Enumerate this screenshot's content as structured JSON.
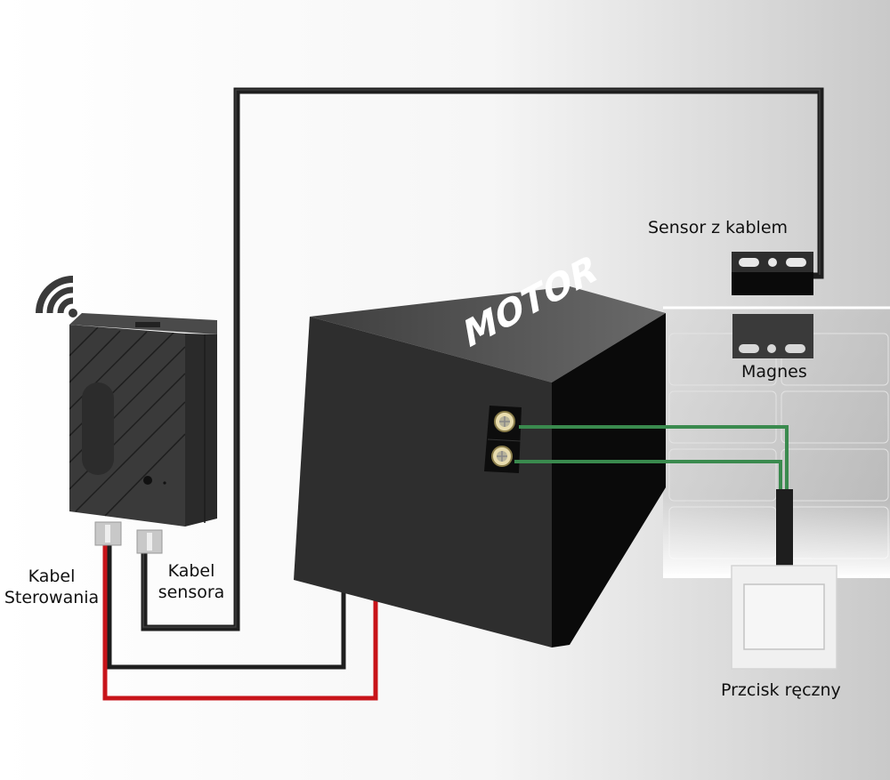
{
  "labels": {
    "sensor_with_cable": "Sensor z kablem",
    "magnet": "Magnes",
    "control_cable_line1": "Kabel",
    "control_cable_line2": "Sterowania",
    "sensor_cable_line1": "Kabel",
    "sensor_cable_line2": "sensora",
    "manual_button": "Przcisk ręczny",
    "motor": "MOTOR"
  },
  "colors": {
    "black_wire": "#1e1e1e",
    "red_wire": "#c8141a",
    "green_wire": "#3a8a4e",
    "device_body": "#3a3a3a",
    "motor_front": "#2e2e2e",
    "motor_top": "#555555",
    "motor_side": "#0a0a0a"
  },
  "icons": {
    "wifi": "wifi-icon"
  }
}
